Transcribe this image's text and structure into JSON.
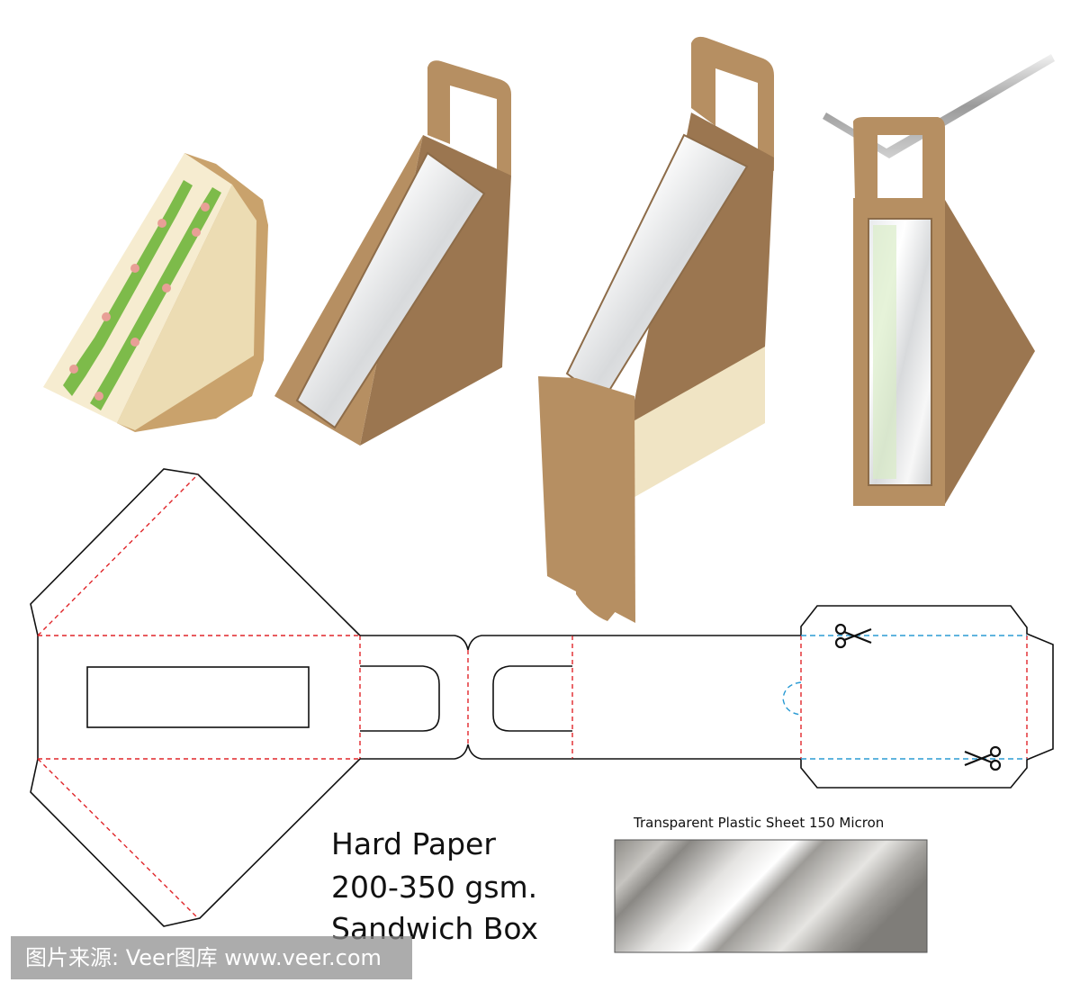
{
  "spec": {
    "line1": "Hard Paper",
    "line2": "200-350 gsm.",
    "line3": "Sandwich Box"
  },
  "sheet_label": "Transparent Plastic Sheet 150 Micron",
  "watermark": "图片来源: Veer图库 www.veer.com",
  "colors": {
    "kraft": "#b68f62",
    "kraft_dark": "#9b7650",
    "bread": "#f6ecd0",
    "crust": "#c9a26c",
    "lettuce": "#7dbb4a",
    "cut_line": "#111111",
    "fold_line": "#e0262a",
    "window_cut": "#2b9bd4"
  },
  "icons": [
    "scissors-icon",
    "scissors-icon"
  ]
}
